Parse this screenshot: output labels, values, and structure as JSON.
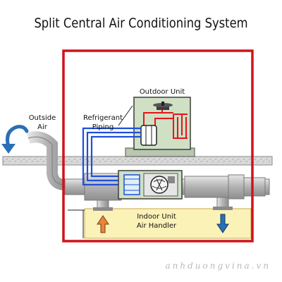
{
  "title": "Split Central Air Conditioning System",
  "labels": {
    "outdoor_unit": "Outdoor Unit",
    "outside": "Outside",
    "air": "Air",
    "refrigerant": "Refrigerant",
    "piping": "Piping",
    "indoor_unit": "Indoor Unit",
    "air_handler": "Air Handler"
  },
  "watermark": "anhduongvina.vn",
  "colors": {
    "house_outline": "#d0121b",
    "refrigerant_hot": "#e8141b",
    "refrigerant_cold": "#1f4fd8",
    "unit_green": "#cfe0c5",
    "indoor_yellow": "#fbf2b8",
    "duct_gray": "#b4b4b4"
  }
}
